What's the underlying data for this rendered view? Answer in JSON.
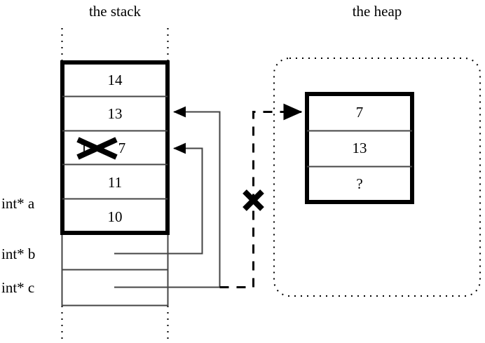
{
  "diagram": {
    "titles": {
      "stack": "the stack",
      "heap": "the heap"
    },
    "stack": {
      "cells": [
        {
          "value": "14",
          "struck": "",
          "annotation": ""
        },
        {
          "value": "13",
          "struck": "",
          "annotation": ""
        },
        {
          "value": "12",
          "struck": "12",
          "annotation": "7"
        },
        {
          "value": "11",
          "struck": "",
          "annotation": ""
        },
        {
          "value": "10",
          "struck": "",
          "annotation": ""
        }
      ],
      "variables": [
        {
          "name": "int* a",
          "points_to": "stack-frame-top"
        },
        {
          "name": "int* b",
          "points_to": "stack-cell-3"
        },
        {
          "name": "int* c",
          "points_to": "stack-cell-2"
        }
      ]
    },
    "heap": {
      "cells": [
        {
          "value": "7"
        },
        {
          "value": "13"
        },
        {
          "value": "?"
        }
      ]
    },
    "marks": {
      "struck_cell_value": "12",
      "replacement_value": "7",
      "invalidated_pointer": "int* c",
      "cross_glyph": "x-mark"
    },
    "colors": {
      "ink": "#000000",
      "background": "#ffffff",
      "thin_line": "#444444"
    }
  }
}
